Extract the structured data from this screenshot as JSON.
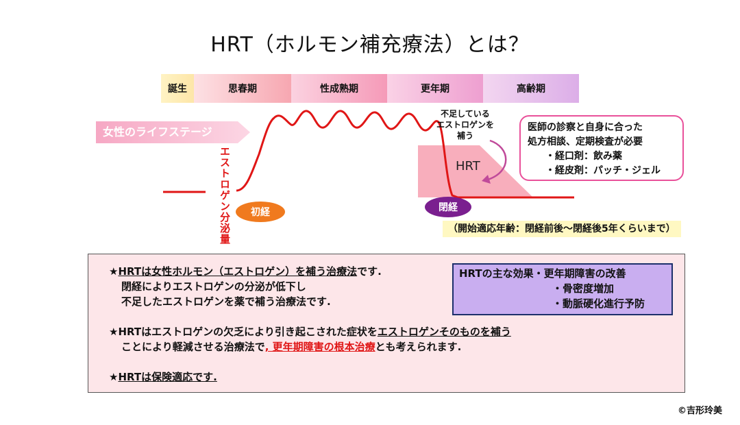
{
  "title": "HRT（ホルモン補充療法）とは？",
  "stages": [
    "誕生",
    "思春期",
    "性成熟期",
    "更年期",
    "高齢期"
  ],
  "lifestage_label": "女性のライフステージ",
  "estrogen_axis_label": "エストロゲン分泌量",
  "menarche_label": "初経",
  "menopause_label": "閉経",
  "hrt_label": "HRT",
  "supplement_note": [
    "不足している",
    "エストロゲンを",
    "補う"
  ],
  "doctor_box": {
    "lines": [
      "医師の診察と自身に合った",
      "処方相談、定期検査が必要"
    ],
    "items": [
      "・経口剤：飲み薬",
      "・経皮剤：パッチ・ジェル"
    ]
  },
  "start_age": "（開始適応年齢：閉経前後〜閉経後5年くらいまで）",
  "main": {
    "p1": {
      "star": "★",
      "underlined": "HRTは女性ホルモン（エストロゲン）を補う治療法",
      "tail": "です.",
      "line2": "閉経によりエストロゲンの分泌が低下し",
      "line3": "不足したエストロゲンを薬で補う治療法です."
    },
    "p2": {
      "star": "★",
      "head": "HRTはエストロゲンの欠乏により引き起こされた症状を",
      "underlined": "エストロゲンそのものを補う",
      "line2_head": "ことにより軽減させる治療法で",
      "line2_red": ", 更年期障害の根本治療",
      "line2_tail": "とも考えられます."
    },
    "p3": {
      "star": "★",
      "underlined": "HRTは保険適応です."
    }
  },
  "effects": {
    "line1": "HRTの主な効果・更年期障害の改善",
    "line2": "・骨密度増加",
    "line3": "・動脈硬化進行予防"
  },
  "copyright": "©吉形玲美",
  "colors": {
    "curve": "#e01616",
    "hrt_fill": "#f7a0b0",
    "menarche": "#f07a1e",
    "menopause": "#7a1f8f",
    "doctor_border": "#e9509a"
  }
}
